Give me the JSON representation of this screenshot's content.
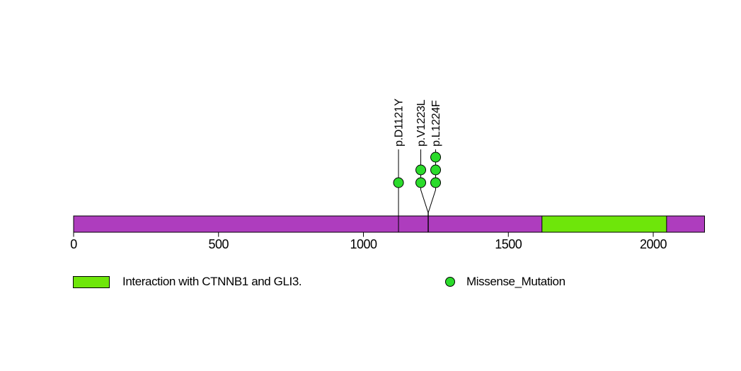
{
  "chart_data": {
    "type": "lollipop",
    "title": "",
    "protein_length": 2177,
    "xlim": [
      0,
      2177
    ],
    "x_ticks": [
      0,
      500,
      1000,
      1500,
      2000
    ],
    "grid": false,
    "backbone_color": "#AE3DBE",
    "outline_color": "#000000",
    "domains": [
      {
        "name": "Interaction with CTNNB1 and GLI3.",
        "start": 1616,
        "end": 2046,
        "color": "#6EE60A"
      }
    ],
    "mutations": [
      {
        "label": "p.D1121Y",
        "position": 1121,
        "count": 1,
        "type": "Missense_Mutation"
      },
      {
        "label": "p.V1223L",
        "position": 1223,
        "count": 2,
        "type": "Missense_Mutation"
      },
      {
        "label": "p.L1224F",
        "position": 1224,
        "count": 3,
        "type": "Missense_Mutation"
      }
    ],
    "mutation_color": "#2BDB2B",
    "legend_position": "bottom"
  },
  "legend": {
    "items": [
      {
        "label": "Interaction with CTNNB1 and GLI3.",
        "swatch": "rect",
        "color": "#6EE60A"
      },
      {
        "label": "Missense_Mutation",
        "swatch": "circle",
        "color": "#2BDB2B"
      }
    ]
  }
}
